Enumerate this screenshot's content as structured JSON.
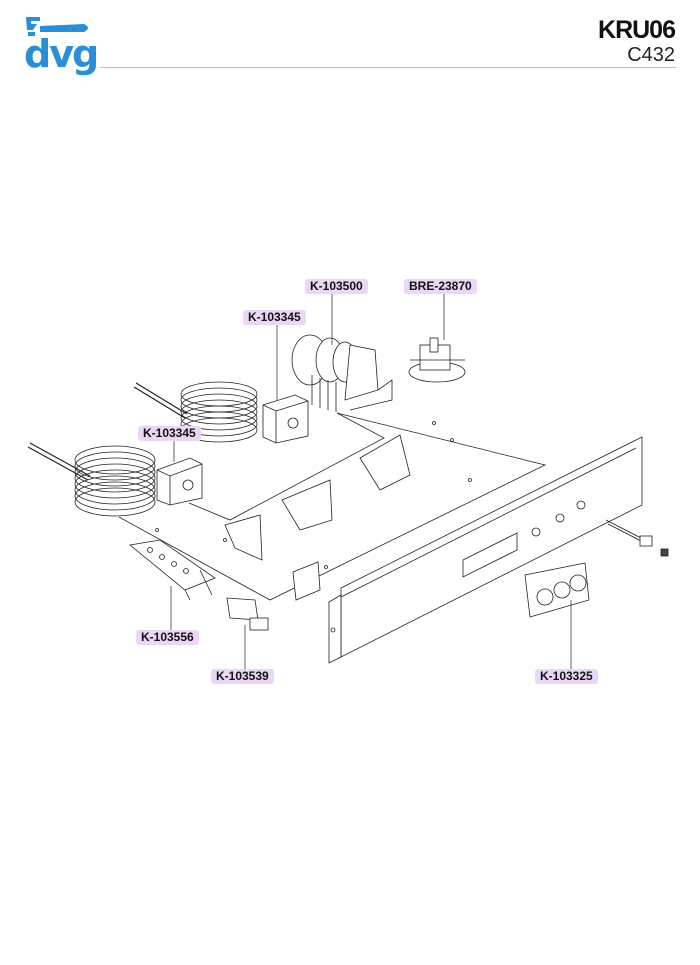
{
  "header": {
    "brand": "dvg",
    "model": "KRU06",
    "code": "C432"
  },
  "parts": [
    {
      "id": "timer",
      "label": "K-103500"
    },
    {
      "id": "pressure-switch",
      "label": "BRE-23870"
    },
    {
      "id": "thermostat-upper",
      "label": "K-103345"
    },
    {
      "id": "thermostat-lower",
      "label": "K-103345"
    },
    {
      "id": "terminal-block",
      "label": "K-103556"
    },
    {
      "id": "micro-switch",
      "label": "K-103539"
    },
    {
      "id": "switch-panel",
      "label": "K-103325"
    }
  ],
  "colors": {
    "brand": "#2a8fd6",
    "label_bg": "#ead6f5"
  }
}
